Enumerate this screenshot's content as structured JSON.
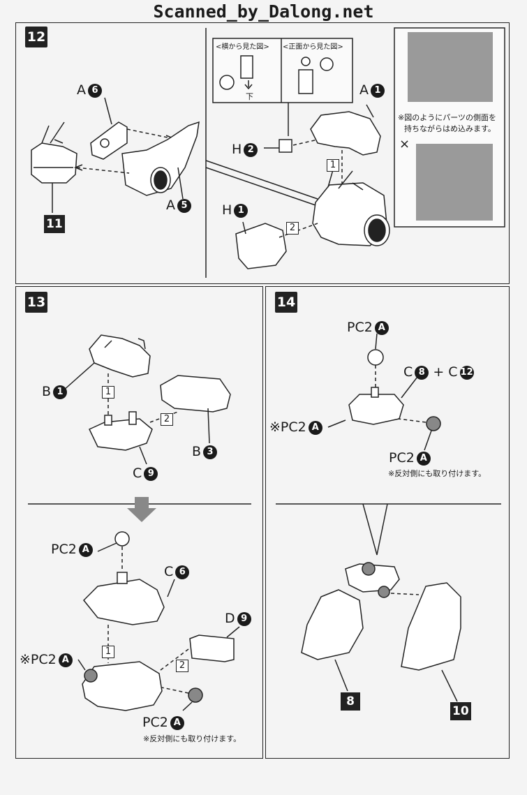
{
  "header": {
    "text": "Scanned_by_Dalong.net"
  },
  "step12": {
    "number": "12",
    "parts": {
      "a6": "A",
      "a5": "A",
      "a1": "A",
      "h2": "H",
      "h1": "H"
    },
    "part_nums": {
      "a6": "6",
      "a5": "5",
      "a1": "1",
      "h2": "2",
      "h1": "1"
    },
    "sub_step": "11",
    "order": [
      "1",
      "2"
    ],
    "side_view": "<横から見た図>",
    "front_view": "<正面から見た図>",
    "down_mark": "下",
    "photo_note_line1": "※図のようにパーツの側面を",
    "photo_note_line2": "持ちながらはめ込みます。",
    "wrong_mark": "×"
  },
  "step13": {
    "number": "13",
    "b1": "B",
    "b1n": "1",
    "b3": "B",
    "b3n": "3",
    "c9": "C",
    "c9n": "9",
    "c6": "C",
    "c6n": "6",
    "d9": "D",
    "d9n": "9",
    "pc2": "PC2",
    "pcA": "A",
    "pc2_note": "※PC2",
    "opposite_note": "※反対側にも取り付けます。",
    "order": [
      "1",
      "2",
      "1",
      "2"
    ]
  },
  "step14": {
    "number": "14",
    "pc2": "PC2",
    "pcA": "A",
    "pc2_note": "※PC2",
    "c8": "C",
    "c8n": "8",
    "plus": "+",
    "c12": "C",
    "c12n": "12",
    "opposite_note": "※反対側にも取り付けます。",
    "sub_left": "8",
    "sub_right": "10"
  }
}
